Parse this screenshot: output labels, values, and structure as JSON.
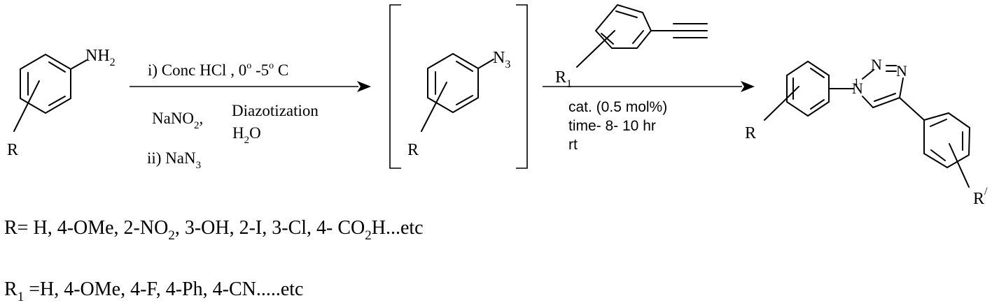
{
  "aniline": {
    "amine_main": "NH",
    "amine_sub": "2",
    "substituent": "R"
  },
  "step1": {
    "reagent_main": "i) Conc HCl ,  0",
    "reagent_deg1": "o",
    "reagent_mid": " -5",
    "reagent_deg2": "o",
    "reagent_end": " C",
    "nitrite_main": "NaNO",
    "nitrite_sub": "2",
    "nitrite_comma": ",",
    "process": "Diazotization",
    "water_main": "H",
    "water_sub": "2",
    "water_end": "O",
    "azide_reagent_main": "ii) NaN",
    "azide_reagent_sub": "3"
  },
  "azide": {
    "group_main": "N",
    "group_sub": "3",
    "substituent": "R"
  },
  "alkyne": {
    "substituent_main": "R",
    "substituent_sub": "1"
  },
  "step2": {
    "catalyst": "cat. (0.5 mol%)",
    "time": "time- 8- 10 hr",
    "temperature": "rt"
  },
  "triazole": {
    "n1": "N",
    "n2": "N",
    "n3": "N",
    "locant": "1",
    "substituent_left": "R",
    "substituent_right": "R",
    "prime": "/"
  },
  "footnote_r": {
    "p1": "R= H, 4-OMe, 2-NO",
    "p1_sub": "2",
    "p2": ", 3-OH, 2-I, 3-Cl, 4- CO",
    "p2_sub": "2",
    "p3": "H...etc"
  },
  "footnote_r1": {
    "label": "R",
    "label_sub": "1",
    "text": " =H, 4-OMe, 4-F, 4-Ph, 4-CN.....etc"
  }
}
